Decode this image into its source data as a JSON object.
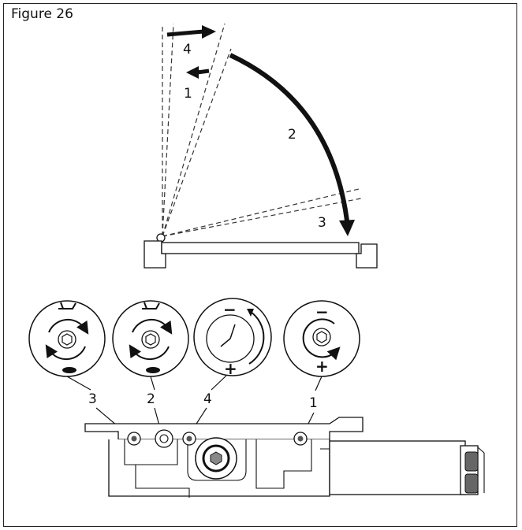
{
  "figure": {
    "title": "Figure 26"
  },
  "motion_phases": [
    {
      "id": "phase-4",
      "label": "4"
    },
    {
      "id": "phase-1",
      "label": "1"
    },
    {
      "id": "phase-2",
      "label": "2"
    },
    {
      "id": "phase-3",
      "label": "3"
    }
  ],
  "dials": [
    {
      "id": "dial-3",
      "label": "3",
      "icon": "speed-hare-tortoise-icon"
    },
    {
      "id": "dial-2",
      "label": "2",
      "icon": "speed-hare-tortoise-icon"
    },
    {
      "id": "dial-4",
      "label": "4",
      "icon": "clock-timer-icon",
      "minus": "−",
      "plus": "+"
    },
    {
      "id": "dial-1",
      "label": "1",
      "icon": "minus-plus-adjust-icon",
      "minus": "−",
      "plus": "+"
    }
  ]
}
